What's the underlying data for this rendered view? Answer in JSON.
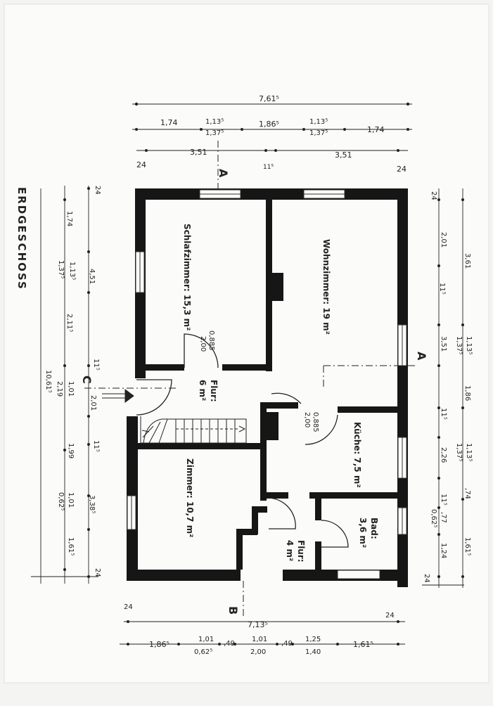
{
  "title": "ERDGESCHOSS",
  "rooms": {
    "schlafzimmer": "Schlafzimmer: 15,3 m²",
    "wohnzimmer": "Wohnzimmer: 19 m²",
    "flur_main_name": "Flur:",
    "flur_main_area": "6 m²",
    "kueche": "Küche: 7,5 m²",
    "zimmer": "Zimmer: 10,7 m²",
    "flur_small_name": "Flur:",
    "flur_small_area": "4 m²",
    "bad_name": "Bad:",
    "bad_area": "3,6 m²"
  },
  "doors": {
    "door1_width": "0,885",
    "door1_height": "2,00",
    "door2_width": "0,885",
    "door2_height": "2,00"
  },
  "section_markers": {
    "a_top": "A",
    "a_right": "A",
    "b_bottom": "B",
    "c_left": "C"
  },
  "dimensions_top": {
    "overall": "7,61⁵",
    "seg_left": "1,74",
    "seg_window1": "1,13⁵",
    "seg_window1_height": "1,37⁵",
    "seg_mid": "1,86⁵",
    "seg_window2": "1,13⁵",
    "seg_window2_height": "1,37⁵",
    "seg_right": "1,74",
    "room_left": "3,51",
    "room_right": "3,51",
    "wall_left": "24",
    "wall_mid": "11⁵",
    "wall_right": "24"
  },
  "dimensions_left": {
    "wall_top": "24",
    "seg1": "1,74",
    "window_width": "1,13⁵",
    "window_height": "1,37⁵",
    "room1": "4,51",
    "seg2": "2,11⁵",
    "overall": "10,61⁵",
    "door_wall": "11⁵",
    "door_width": "1,01",
    "door_height": "2,19",
    "room2": "2,01",
    "seg3": "1,99",
    "wall_mid": "11⁵",
    "window2_width": "1,01",
    "window2_sill": "0,62⁵",
    "room3": "3,38⁵",
    "seg4": "1,61⁵",
    "wall_bottom": "24"
  },
  "dimensions_right": {
    "wall_top": "24",
    "seg1": "2,01",
    "wall_mid1": "11⁵",
    "room1": "3,61",
    "window_width": "1,13⁵",
    "window_height": "1,37⁵",
    "room2": "3,51",
    "seg2": "1,86",
    "wall_mid2": "11⁵",
    "window2_width": "1,13⁵",
    "window2_height": "1,37⁵",
    "room3": "2,26",
    "seg3": ",74",
    "wall_mid3": "11⁵",
    "window3_width": ",77",
    "window3_sill": "0,62⁵",
    "seg4": "1,61⁵",
    "room4": "1,24",
    "wall_bottom": "24"
  },
  "dimensions_bottom": {
    "wall_left": "24",
    "wall_right": "24",
    "overall": "7,13⁵",
    "seg1": "1,86⁵",
    "seg2": "1,01",
    "seg2_sill": "0,62⁵",
    "seg3": ",49",
    "seg4": "1,01",
    "seg4_height": "2,00",
    "seg5": ",49",
    "seg6": "1,25",
    "seg6_height": "1,40",
    "seg7": "1,61⁵"
  }
}
